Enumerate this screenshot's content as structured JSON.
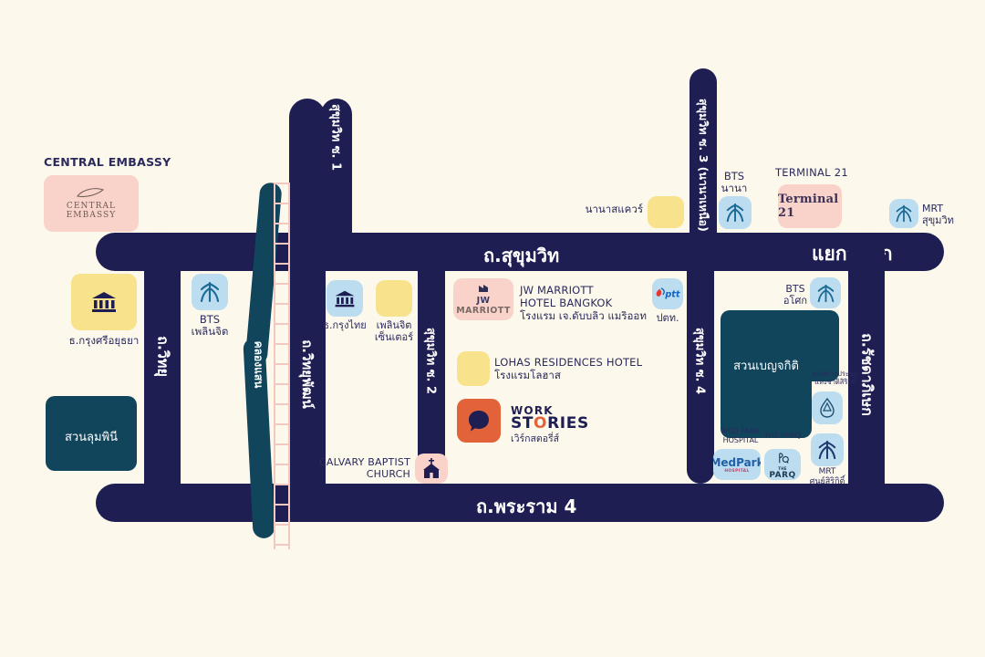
{
  "theme": {
    "bg": "#fdf8ec",
    "road": "#1e1e53",
    "canal": "#10455c",
    "pink": "#f9d3c9",
    "yellow": "#f8e28b",
    "blue": "#bcdcf0",
    "orange": "#e2623a",
    "text": "#2a2a5c",
    "rail": "#f2c8c0"
  },
  "roads": {
    "sukhumvit": "ถ.สุขุมวิท",
    "asok_junction": "แยกอโศก",
    "rama4": "ถ.พระราม 4",
    "withayu": "ถ.วิทยุ",
    "witthayu_phatthana": "ถ.วิทยุพัฒน์",
    "sukhumvit_soi2": "สุขุมวิท ซ. 2",
    "sukhumvit_soi3": "สุขุมวิท ซ. 3 (นานาเหนือ)",
    "sukhumvit_soi4": "สุขุมวิท ซ. 4",
    "ratchadaphisek": "ถ.รัชดาภิเษก",
    "canal": "คลองแสน"
  },
  "pois": {
    "central_embassy": {
      "title": "CENTRAL EMBASSY",
      "brand": "CENTRAL EMBASSY"
    },
    "krungsri_bank": {
      "label": "ธ.กรุงศรีอยุธยา"
    },
    "lumpini_park": {
      "label": "สวนลุมพินี"
    },
    "bts_phloenchit": {
      "line": "BTS",
      "station": "เพลินจิต"
    },
    "krungthai_bank": {
      "label": "ธ.กรุงไทย"
    },
    "phloenchit_center": {
      "label": "เพลินจิต\nเซ็นเตอร์"
    },
    "jw_marriott": {
      "brand_main": "JW",
      "brand_sub": "MARRIOTT",
      "line1": "JW MARRIOTT",
      "line2": "HOTEL BANGKOK",
      "line3": "โรงแรม เจ.ดับบลิว แมริออท"
    },
    "lohas": {
      "line1": "LOHAS RESIDENCES HOTEL",
      "line2": "โรงแรมโลฮาส"
    },
    "work_stories": {
      "word1": "WORK",
      "word2a": "ST",
      "word2b": "O",
      "word2c": "RIES",
      "thai": "เวิร์กสตอรี่ส์"
    },
    "calvary_church": {
      "label": "CALVARY BAPTIST\nCHURCH"
    },
    "nana_square": {
      "label": "นานาสแควร์"
    },
    "ptt": {
      "brand": "ptt",
      "label": "ปตท."
    },
    "bts_nana": {
      "line": "BTS",
      "station": "นานา"
    },
    "terminal21": {
      "title": "TERMINAL 21",
      "brand": "Terminal 21"
    },
    "mrt_sukhumvit": {
      "line": "MRT",
      "station": "สุขุมวิท"
    },
    "bts_asok": {
      "line": "BTS",
      "station": "อโศก"
    },
    "benchakitti_park": {
      "label": "สวนเบญจกิติ"
    },
    "qsncc": {
      "label": "ศูนย์การประชุม\nแห่งชาติสิริกิติ์"
    },
    "medpark": {
      "caption": "MED PARK\nHOSPITAL",
      "brand": "MedPark",
      "brand_sub": "HOSPITAL"
    },
    "the_parq": {
      "caption": "THE PARQ",
      "brand": "PARQ",
      "brand_sub": "THE"
    },
    "mrt_queensirikit": {
      "line": "MRT",
      "station": "ศูนย์สิริกิติ์"
    }
  }
}
